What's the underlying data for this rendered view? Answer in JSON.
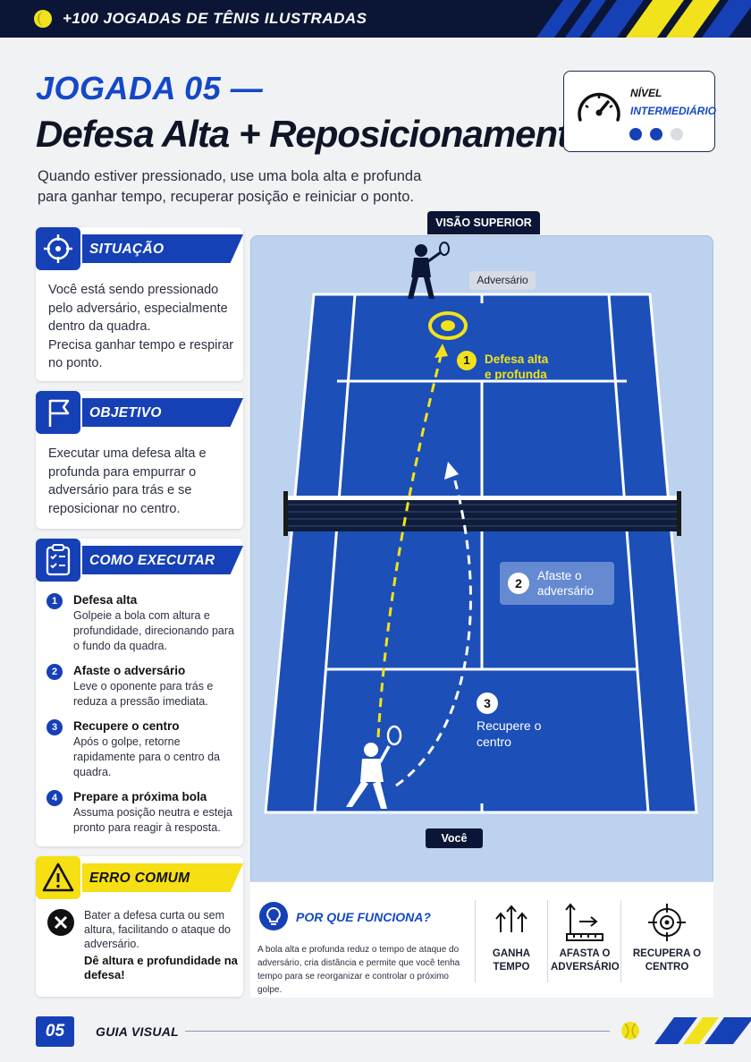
{
  "header": {
    "title": "+100 JOGADAS DE TÊNIS ILUSTRADAS"
  },
  "title": {
    "line1": "JOGADA 05 —",
    "line2": "Defesa Alta + Reposicionamento"
  },
  "intro": "Quando estiver pressionado, use uma bola alta e profunda para ganhar tempo, recuperar posição e reiniciar o ponto.",
  "level": {
    "label": "NÍVEL",
    "value": "INTERMEDIÁRIO",
    "filled": 2,
    "total": 3
  },
  "situacao": {
    "title": "SITUAÇÃO",
    "text": "Você está sendo pressionado pelo adversário, especialmente dentro da quadra.\nPrecisa ganhar tempo e respirar no ponto."
  },
  "objetivo": {
    "title": "OBJETIVO",
    "text": "Executar uma defesa alta e profunda para empurrar o adversário para trás e se reposicionar no centro."
  },
  "como": {
    "title": "COMO EXECUTAR",
    "steps": [
      {
        "n": "1",
        "title": "Defesa alta",
        "text": "Golpeie a bola com altura e profundidade, direcionando para o fundo da quadra."
      },
      {
        "n": "2",
        "title": "Afaste o adversário",
        "text": "Leve o oponente para trás e reduza a pressão imediata."
      },
      {
        "n": "3",
        "title": "Recupere o centro",
        "text": "Após o golpe, retorne rapidamente para o centro da quadra."
      },
      {
        "n": "4",
        "title": "Prepare a próxima bola",
        "text": "Assuma posição neutra e esteja pronto para reagir à resposta."
      }
    ]
  },
  "erro": {
    "title": "ERRO COMUM",
    "text": "Bater a defesa curta ou sem altura, facilitando o ataque do adversário.",
    "emphasis": "Dê altura e profundidade na defesa!"
  },
  "court": {
    "view_label": "VISÃO SUPERIOR",
    "opponent_label": "Adversário",
    "you_label": "Você",
    "label1": {
      "n": "1",
      "text": "Defesa alta e profunda"
    },
    "label2": {
      "n": "2",
      "text": "Afaste o adversário"
    },
    "label3": {
      "n": "3",
      "text": "Recupere o centro"
    }
  },
  "why": {
    "title": "POR QUE FUNCIONA?",
    "text": "A bola alta e profunda reduz o tempo de ataque do adversário, cria distância e permite que você tenha tempo para se reorganizar e controlar o próximo golpe.",
    "benefits": [
      {
        "icon": "arrows-up-icon",
        "label": "GANHA TEMPO"
      },
      {
        "icon": "push-back-icon",
        "label": "AFASTA O ADVERSÁRIO"
      },
      {
        "icon": "target-icon",
        "label": "RECUPERA O CENTRO"
      }
    ]
  },
  "footer": {
    "page": "05",
    "label": "GUIA VISUAL"
  },
  "colors": {
    "navy": "#0b1636",
    "blue": "#1640b6",
    "court": "#1c4fb8",
    "yellow": "#f2e21b"
  }
}
